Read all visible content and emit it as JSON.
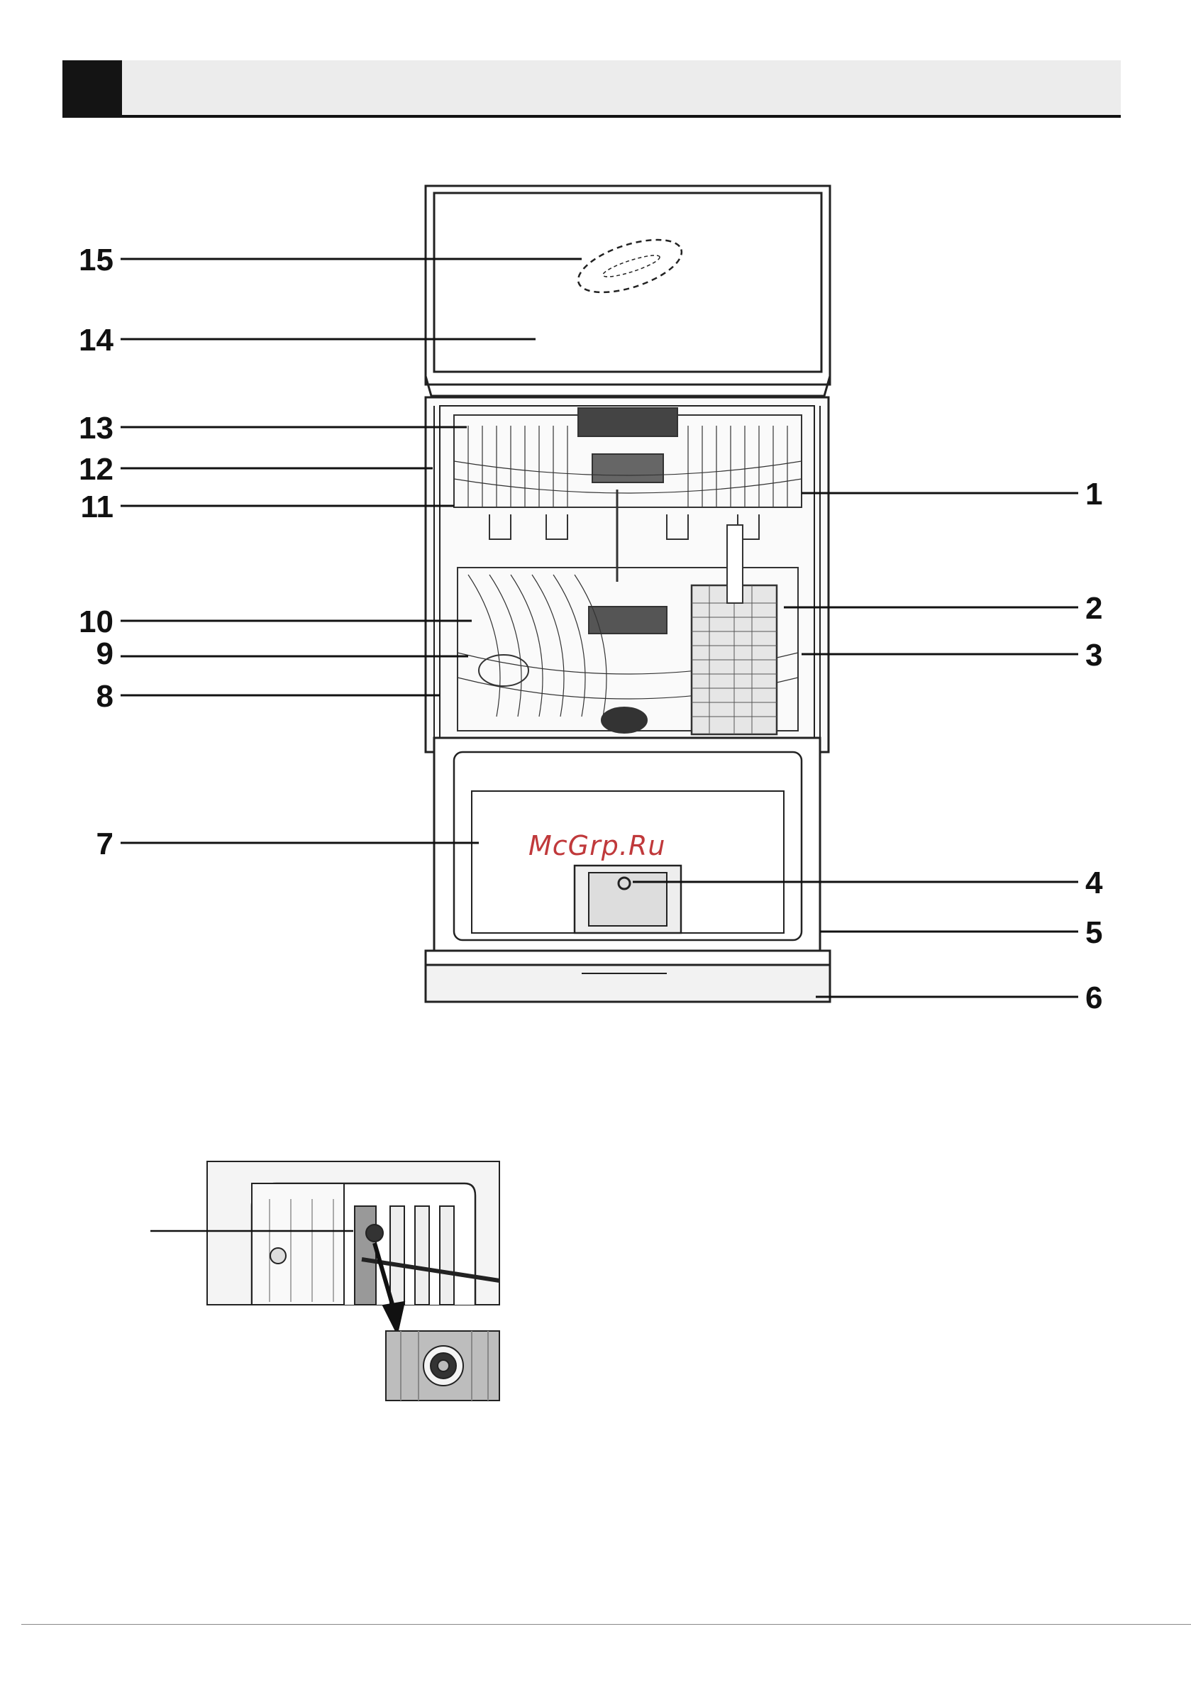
{
  "header": {
    "title": ""
  },
  "callouts": {
    "left": [
      {
        "id": "15",
        "label": "15"
      },
      {
        "id": "14",
        "label": "14"
      },
      {
        "id": "13",
        "label": "13"
      },
      {
        "id": "12",
        "label": "12"
      },
      {
        "id": "11",
        "label": "11"
      },
      {
        "id": "10",
        "label": "10"
      },
      {
        "id": "9",
        "label": "9"
      },
      {
        "id": "8",
        "label": "8"
      },
      {
        "id": "7",
        "label": "7"
      }
    ],
    "right": [
      {
        "id": "1",
        "label": "1"
      },
      {
        "id": "2",
        "label": "2"
      },
      {
        "id": "3",
        "label": "3"
      },
      {
        "id": "4",
        "label": "4"
      },
      {
        "id": "5",
        "label": "5"
      },
      {
        "id": "6",
        "label": "6"
      }
    ]
  },
  "watermark": {
    "text": "McGrp.Ru"
  },
  "colors": {
    "ink": "#111111",
    "watermark": "#c0393b",
    "header_bg": "#ececec"
  }
}
